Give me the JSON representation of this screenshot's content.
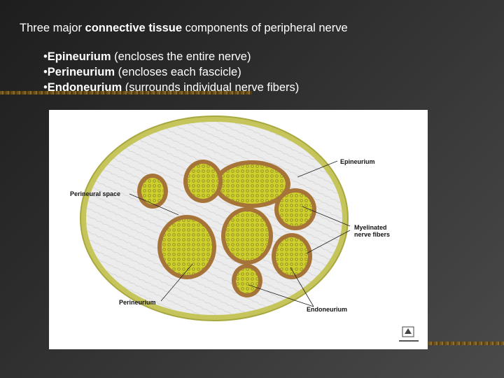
{
  "heading": {
    "prefix": "Three major ",
    "bold": "connective tissue",
    "suffix": " components of peripheral nerve"
  },
  "bullets": [
    {
      "marker": "•",
      "term": "Epineurium",
      "desc": " (encloses the entire nerve)"
    },
    {
      "marker": "•",
      "term": "Perineurium",
      "desc": " (encloses each fascicle)"
    },
    {
      "marker": "•",
      "term": "Endoneurium",
      "desc": " (surrounds individual nerve fibers)"
    }
  ],
  "diagram": {
    "labels": {
      "epineurium": "Epineurium",
      "perineural_space": "Perineural space",
      "myelinated_line1": "Myelinated",
      "myelinated_line2": "nerve fibers",
      "perineurium": "Perineurium",
      "endoneurium": "Endoneurium"
    },
    "colors": {
      "outer_ring": "#c9c85a",
      "perineurium": "#b07a3a",
      "fascicle_fill": "#c8c82a",
      "fiber": "#9a9a18",
      "connective": "#e6e6e6"
    }
  },
  "accent": "#a0782a"
}
